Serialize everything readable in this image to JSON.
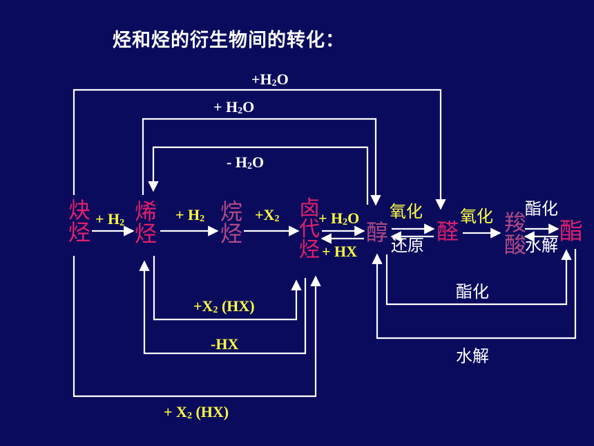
{
  "title": "烃和烃的衍生物间的转化：",
  "nodes": {
    "alkyne": [
      "炔",
      "烃"
    ],
    "alkene": [
      "烯",
      "烃"
    ],
    "alkane": [
      "烷",
      "烃"
    ],
    "haloalkane": [
      "卤",
      "代",
      "烃"
    ],
    "alcohol": "醇",
    "aldehyde": "醛",
    "carboxylic_acid": [
      "羧",
      "酸"
    ],
    "ester": "酯"
  },
  "labels": {
    "top_h2o": {
      "main": "+H",
      "sub": "2",
      "tail": "O"
    },
    "second_h2o": {
      "main": "+ H",
      "sub": "2",
      "tail": "O"
    },
    "minus_h2o": {
      "main": "- H",
      "sub": "2",
      "tail": "O"
    },
    "alkyne_to_alkene": {
      "main": "+ H",
      "sub": "2",
      "tail": ""
    },
    "alkene_to_alkane": {
      "main": "+ H",
      "sub": "2",
      "tail": ""
    },
    "alkane_to_halo": {
      "main": "+X",
      "sub": "2",
      "tail": ""
    },
    "halo_to_alcohol": {
      "main": "+ H",
      "sub": "2",
      "tail": "O"
    },
    "alcohol_to_halo": "+ HX",
    "oxidation_1": "氧化",
    "reduction": "还原",
    "oxidation_2": "氧化",
    "esterify_top": "酯化",
    "hydrolysis_right": "水解",
    "esterify_bottom": "酯化",
    "hydrolysis_bottom": "水解",
    "alkene_x2_hx": {
      "main": "+X",
      "sub": "2",
      "tail": " (HX)"
    },
    "minus_hx": "-HX",
    "alkyne_x2_hx": {
      "main": "+ X",
      "sub": "2",
      "tail": " (HX)"
    }
  },
  "colors": {
    "background": "#0b0b5e",
    "node": "#e0206a",
    "node_faded": "#b04a86",
    "label_yellow": "#ffff40",
    "line": "#ffffff"
  }
}
